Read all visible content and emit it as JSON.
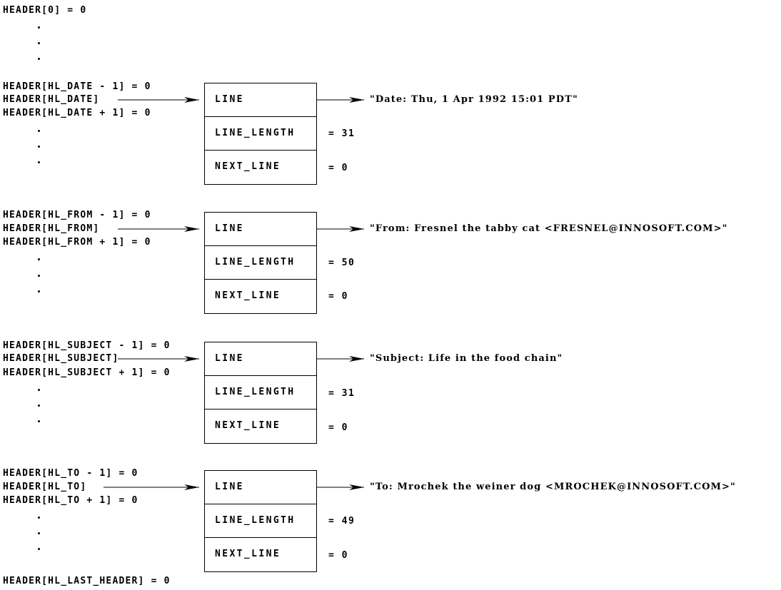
{
  "header_zero": "HEADER[0] = 0",
  "last_header": "HEADER[HL_LAST_HEADER] = 0",
  "field_labels": {
    "line": "LINE",
    "line_length": "LINE_LENGTH",
    "next_line": "NEXT_LINE"
  },
  "groups": [
    {
      "prev": "HEADER[HL_DATE - 1] = 0",
      "ptr": "HEADER[HL_DATE]",
      "next": "HEADER[HL_DATE + 1] = 0",
      "line_length": "= 31",
      "next_line": "= 0",
      "text": "\"Date: Thu, 1 Apr 1992 15:01 PDT\""
    },
    {
      "prev": "HEADER[HL_FROM - 1] = 0",
      "ptr": "HEADER[HL_FROM]",
      "next": "HEADER[HL_FROM + 1] = 0",
      "line_length": "= 50",
      "next_line": "= 0",
      "text": "\"From: Fresnel the tabby cat <FRESNEL@INNOSOFT.COM>\""
    },
    {
      "prev": "HEADER[HL_SUBJECT - 1] = 0",
      "ptr": "HEADER[HL_SUBJECT]",
      "next": "HEADER[HL_SUBJECT + 1] = 0",
      "line_length": "= 31",
      "next_line": "= 0",
      "text": "\"Subject: Life in the food chain\""
    },
    {
      "prev": "HEADER[HL_TO - 1] = 0",
      "ptr": "HEADER[HL_TO]",
      "next": "HEADER[HL_TO + 1] = 0",
      "line_length": "= 49",
      "next_line": "= 0",
      "text": "\"To: Mrochek the weiner dog <MROCHEK@INNOSOFT.COM>\""
    }
  ]
}
